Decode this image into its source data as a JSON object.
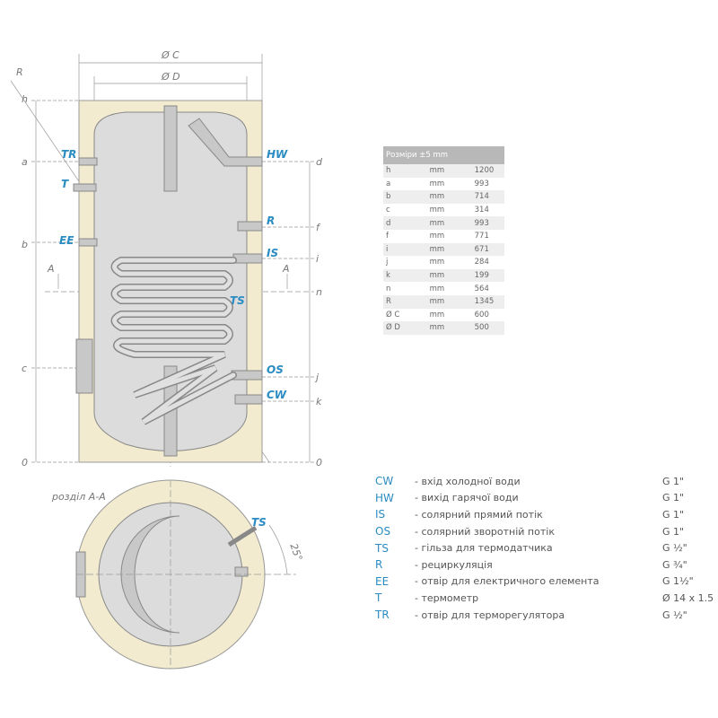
{
  "diagram": {
    "dimension_labels": {
      "oc": "Ø C",
      "od": "Ø D",
      "R": "R",
      "h": "h",
      "a": "a",
      "b": "b",
      "c": "c",
      "zero_left": "0",
      "d": "d",
      "f": "f",
      "i": "i",
      "n": "n",
      "j": "j",
      "k": "k",
      "zero_right": "0",
      "A_left": "A",
      "A_right": "A"
    },
    "connection_labels": {
      "TR": "TR",
      "T": "T",
      "EE": "EE",
      "HW": "HW",
      "R": "R",
      "IS": "IS",
      "TS": "TS",
      "OS": "OS",
      "CW": "CW",
      "TS_section": "TS"
    },
    "section_title": "розділ A-A",
    "angle": "25°"
  },
  "dimensions_table": {
    "header": "Розміри ±5 mm",
    "rows": [
      [
        "h",
        "mm",
        "1200"
      ],
      [
        "a",
        "mm",
        "993"
      ],
      [
        "b",
        "mm",
        "714"
      ],
      [
        "c",
        "mm",
        "314"
      ],
      [
        "d",
        "mm",
        "993"
      ],
      [
        "f",
        "mm",
        "771"
      ],
      [
        "i",
        "mm",
        "671"
      ],
      [
        "j",
        "mm",
        "284"
      ],
      [
        "k",
        "mm",
        "199"
      ],
      [
        "n",
        "mm",
        "564"
      ],
      [
        "R",
        "mm",
        "1345"
      ],
      [
        "Ø C",
        "mm",
        "600"
      ],
      [
        "Ø D",
        "mm",
        "500"
      ]
    ]
  },
  "legend": [
    {
      "code": "CW",
      "desc": "- вхід холодної води",
      "value": "G 1\""
    },
    {
      "code": "HW",
      "desc": "- вихід гарячої води",
      "value": "G 1\""
    },
    {
      "code": "IS",
      "desc": "- солярний прямий потік",
      "value": "G 1\""
    },
    {
      "code": "OS",
      "desc": "- солярний зворотній потік",
      "value": "G 1\""
    },
    {
      "code": "TS",
      "desc": "- гільза для термодатчика",
      "value": "G ½\""
    },
    {
      "code": "R",
      "desc": "- рециркуляція",
      "value": "G ¾\""
    },
    {
      "code": "EE",
      "desc": "- отвір для електричного елемента",
      "value": "G 1½\""
    },
    {
      "code": "T",
      "desc": "- термометр",
      "value": "Ø 14 x 1.5"
    },
    {
      "code": "TR",
      "desc": "- отвір для терморегулятора",
      "value": "G ½\""
    }
  ]
}
